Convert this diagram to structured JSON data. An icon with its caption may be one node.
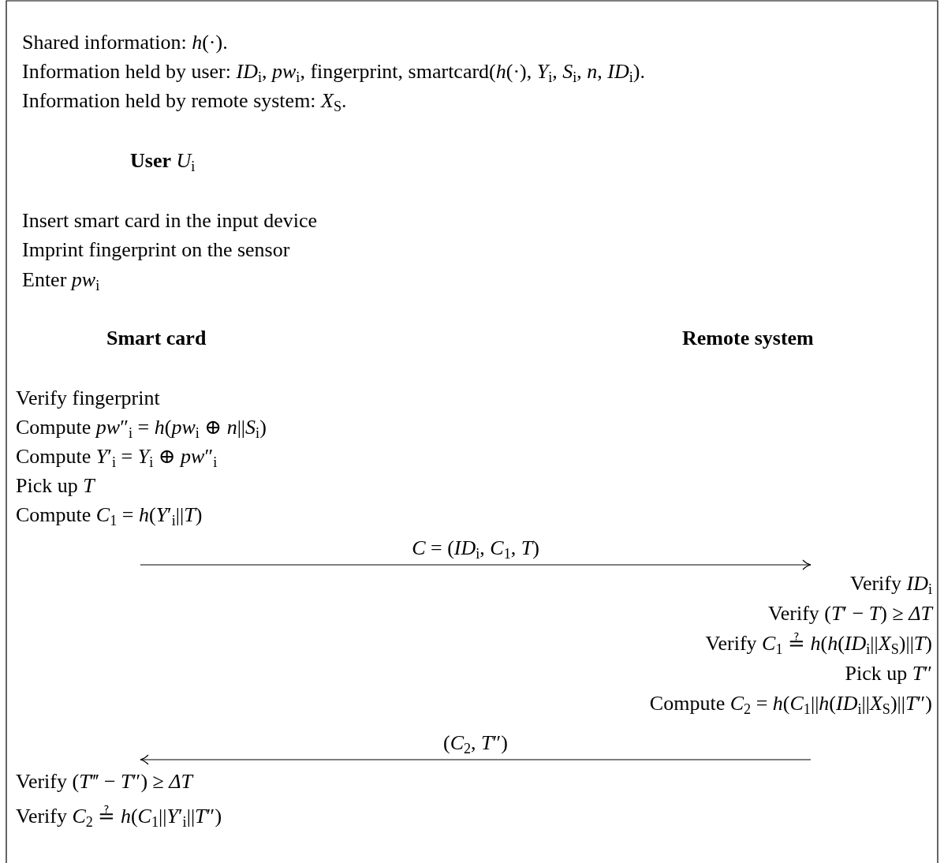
{
  "diagram": {
    "nodes": [
      {
        "text": [
          "Verify fingerprint",
          "Compute *pw*″$_{i}$ = *h*(*pw*$_{i}$ ⊕ *n*||*S*$_{i}$)",
          "Compute *Y*′$_{i}$ = *Y*$_{i}$ ⊕ *pw*″$_{i}$",
          "Pick up *T*",
          "Compute *C*$_{1}$ = *h*(*Y*′$_{i}$||*T*)"
        ]
      },
      {
        "text": [
          "Verify *ID*$_{i}$",
          "Verify (*T*′ − *T*) ≥ *ΔT*",
          "Verify *C*$_{1}$ ≟ *h*(*h*(*ID*$_{i}$||*X*$_{S}$)||*T*)",
          "Pick up *T*″",
          "Compute *C*$_{2}$ = *h*(*C*$_{1}$||*h*(*ID*$_{i}$||*X*$_{S}$)||*T*″)"
        ]
      },
      {
        "text": [
          "Verify (*T*‴ − *T*″) ≥ *ΔT*",
          "Verify *C*$_{2}$ ≟ *h*(*C*$_{1}$||*Y*′$_{i}$||*T*″)"
        ]
      }
    ],
    "edges": [
      {
        "from": 0,
        "to": 1,
        "arrow": "to",
        "label": "*C* = (*ID*$_{i}$, *C*$_{1}$, *T*)"
      },
      {
        "from": 1,
        "to": 2,
        "arrow": "to",
        "label": "(*C*$_{2}$, *T*″)"
      }
    ],
    "labels": [
      "Shared information: *h*(·).",
      "Information held by user: *ID*$_{i}$, *pw*$_{i}$, fingerprint, smartcard(*h*(·), *Y*$_{i}$, *S*$_{i}$, *n*, *ID*$_{i}$).",
      "Information held by remote system: *X*$_{S}$.",
      "**User** *U*$_{i}$",
      "Insert smart card in the input device",
      "Imprint fingerprint on the sensor",
      "Enter *pw*$_{i}$",
      "Smart card",
      "Remote system"
    ]
  }
}
